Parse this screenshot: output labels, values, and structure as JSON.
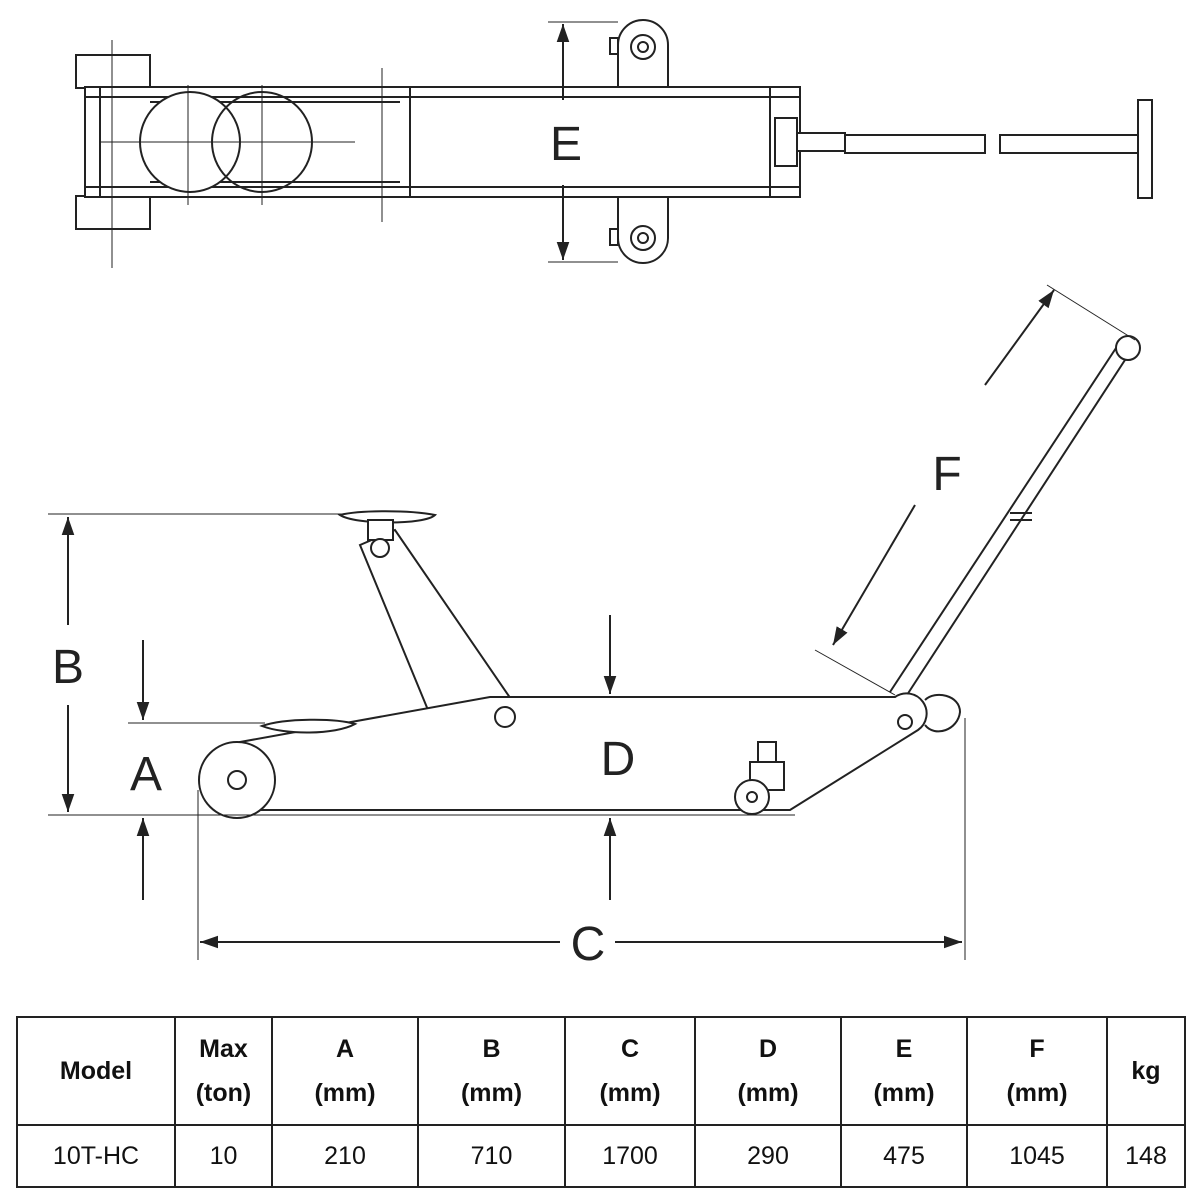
{
  "diagram": {
    "labels": {
      "A": "A",
      "B": "B",
      "C": "C",
      "D": "D",
      "E": "E",
      "F": "F"
    }
  },
  "table": {
    "headers": [
      {
        "name": "Model",
        "unit": ""
      },
      {
        "name": "Max",
        "unit": "(ton)"
      },
      {
        "name": "A",
        "unit": "(mm)"
      },
      {
        "name": "B",
        "unit": "(mm)"
      },
      {
        "name": "C",
        "unit": "(mm)"
      },
      {
        "name": "D",
        "unit": "(mm)"
      },
      {
        "name": "E",
        "unit": "(mm)"
      },
      {
        "name": "F",
        "unit": "(mm)"
      },
      {
        "name": "kg",
        "unit": ""
      }
    ],
    "rows": [
      [
        "10T-HC",
        "10",
        "210",
        "710",
        "1700",
        "290",
        "475",
        "1045",
        "148"
      ]
    ]
  }
}
